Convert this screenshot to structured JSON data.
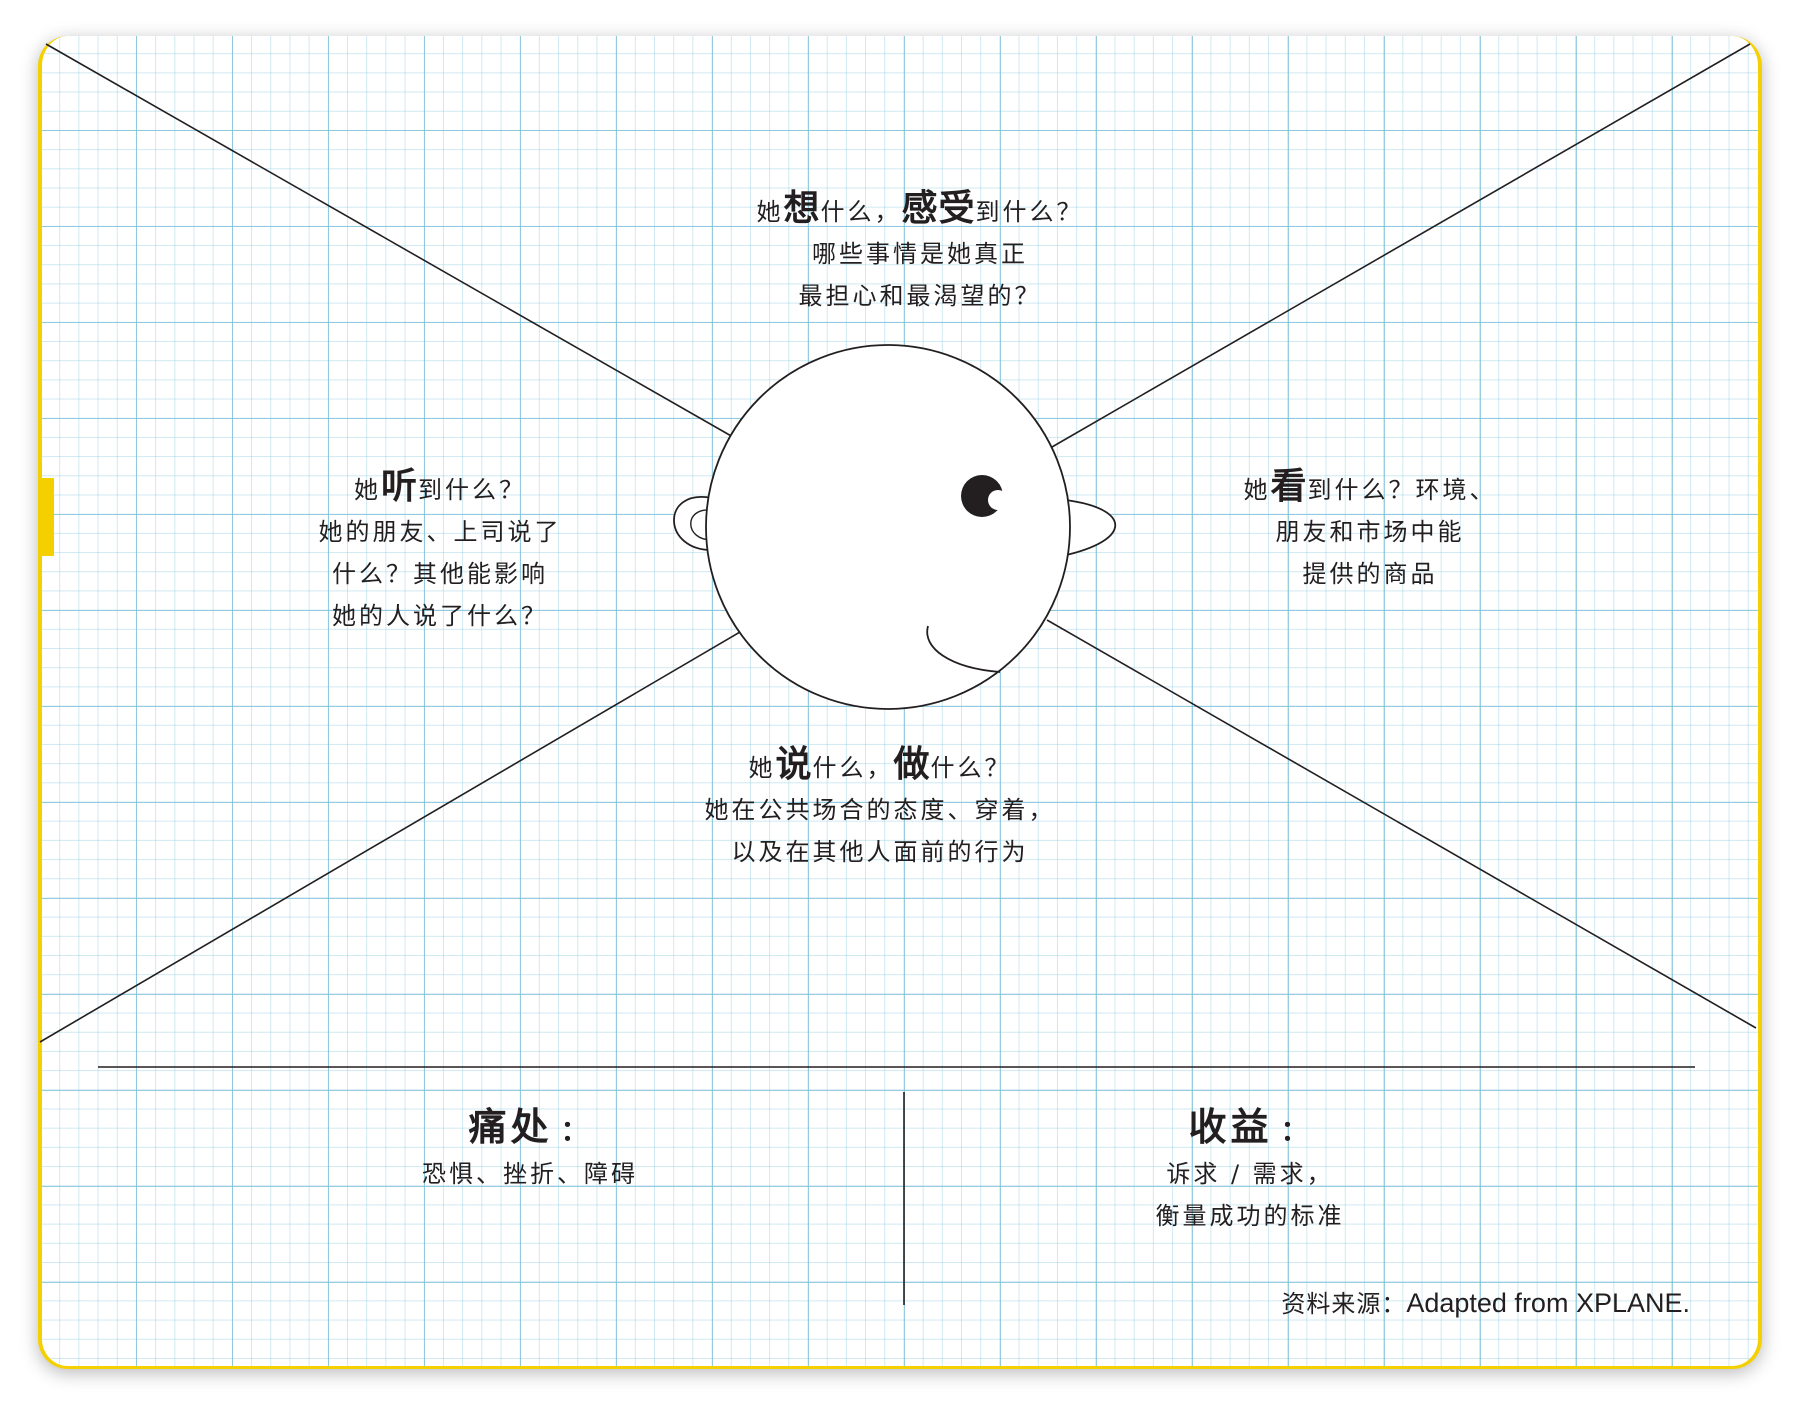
{
  "colors": {
    "grid": "#7bbfd8",
    "accent": "#f5d000",
    "ink": "#231f20",
    "paper": "#ffffff"
  },
  "icons": {
    "head": "smiling-head-icon"
  },
  "think": {
    "pre": "她",
    "kw1": "想",
    "mid": "什么，",
    "kw2": "感受",
    "post": "到什么？",
    "line2": "哪些事情是她真正",
    "line3": "最担心和最渴望的？"
  },
  "hear": {
    "pre": "她",
    "kw": "听",
    "post": "到什么？",
    "line2": "她的朋友、上司说了",
    "line3": "什么？其他能影响",
    "line4": "她的人说了什么？"
  },
  "see": {
    "pre": "她",
    "kw": "看",
    "post": "到什么？环境、",
    "line2": "朋友和市场中能",
    "line3": "提供的商品"
  },
  "say": {
    "pre": "她",
    "kw1": "说",
    "mid": "什么，",
    "kw2": "做",
    "post": "什么？",
    "line2": "她在公共场合的态度、穿着，",
    "line3": "以及在其他人面前的行为"
  },
  "pain": {
    "title": "痛处",
    "colon": "：",
    "line1": "恐惧、挫折、障碍"
  },
  "gain": {
    "title": "收益",
    "colon": "：",
    "line1": "诉求 / 需求，",
    "line2": "衡量成功的标准"
  },
  "source": {
    "label": "资料来源：",
    "text": "Adapted from XPLANE."
  }
}
